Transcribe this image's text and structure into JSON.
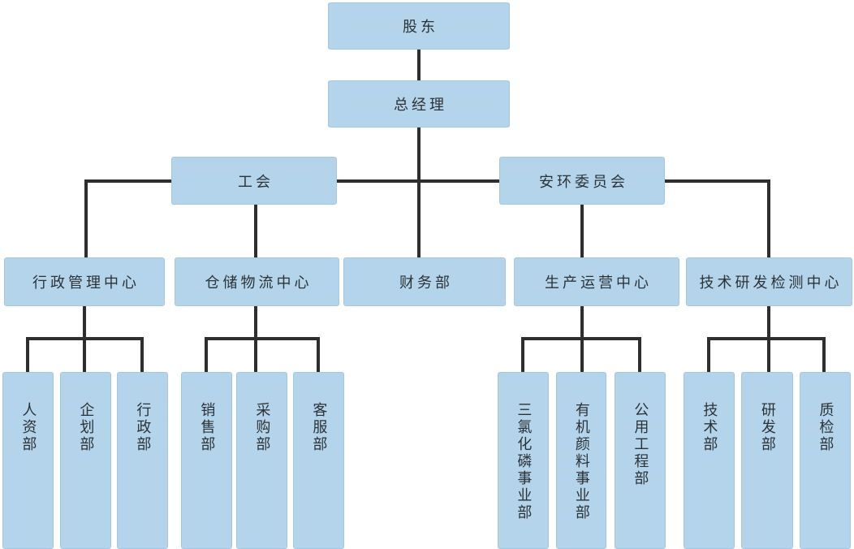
{
  "diagram_type": "organization-chart",
  "colors": {
    "node_fill": "#b3d4eb",
    "node_border": "#a4c8e1",
    "connector": "#2e2e2e",
    "text": "#2d3237",
    "background": "#ffffff"
  },
  "nodes": {
    "shareholders": "股东",
    "general_manager": "总经理",
    "labor_union": "工会",
    "safety_environment_committee": "安环委员会",
    "admin_management_center": "行政管理中心",
    "warehouse_logistics_center": "仓储物流中心",
    "finance_dept": "财务部",
    "production_operations_center": "生产运营中心",
    "tech_rd_testing_center": "技术研发检测中心",
    "hr_dept": "人资部",
    "planning_dept": "企划部",
    "administration_dept": "行政部",
    "sales_dept": "销售部",
    "procurement_dept": "采购部",
    "customer_service_dept": "客服部",
    "phosphorus_trichloride_division": "三氯化磷事业部",
    "organic_pigment_division": "有机颜料事业部",
    "utility_engineering_dept": "公用工程部",
    "technology_dept": "技术部",
    "rd_dept": "研发部",
    "quality_inspection_dept": "质检部"
  },
  "hierarchy": [
    [
      "股东"
    ],
    [
      "总经理"
    ],
    [
      "工会",
      "安环委员会"
    ],
    [
      "行政管理中心",
      "仓储物流中心",
      "财务部",
      "生产运营中心",
      "技术研发检测中心"
    ],
    [
      [
        "人资部",
        "企划部",
        "行政部"
      ],
      [
        "销售部",
        "采购部",
        "客服部"
      ],
      [
        "三氯化磷事业部",
        "有机颜料事业部",
        "公用工程部"
      ],
      [
        "技术部",
        "研发部",
        "质检部"
      ]
    ]
  ]
}
